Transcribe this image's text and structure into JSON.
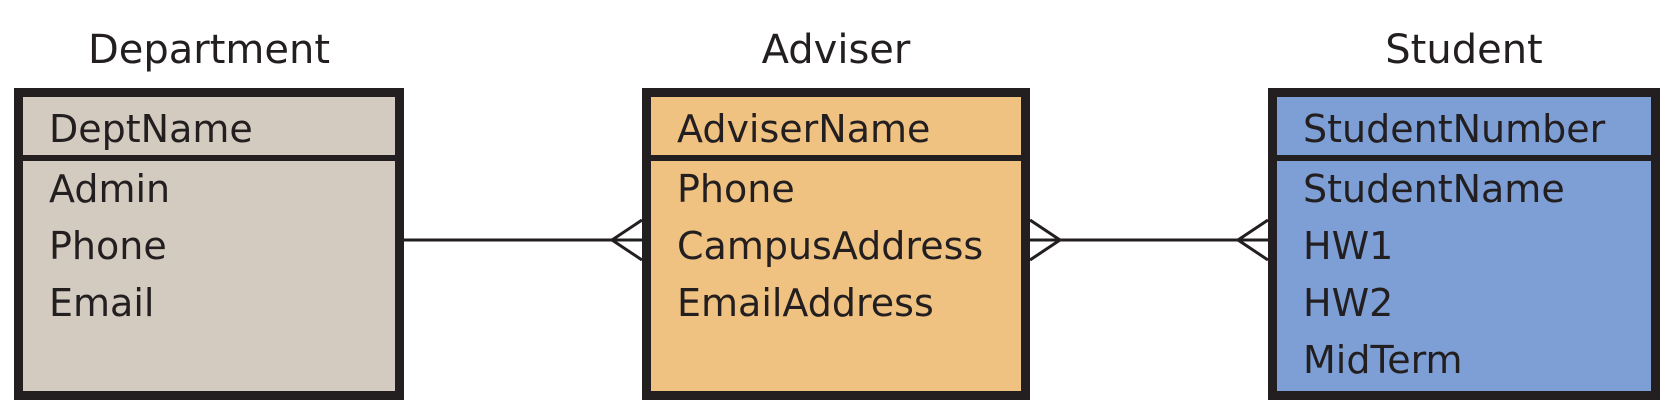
{
  "entities": {
    "department": {
      "title": "Department",
      "key": "DeptName",
      "attributes": [
        "Admin",
        "Phone",
        "Email"
      ],
      "fill": "#d3cbc0"
    },
    "adviser": {
      "title": "Adviser",
      "key": "AdviserName",
      "attributes": [
        "Phone",
        "CampusAddress",
        "EmailAddress"
      ],
      "fill": "#f0c281"
    },
    "student": {
      "title": "Student",
      "key": "StudentNumber",
      "attributes": [
        "StudentName",
        "HW1",
        "HW2",
        "MidTerm"
      ],
      "fill": "#7d9fd5"
    }
  },
  "relationships": [
    {
      "from": "Department",
      "to": "Adviser",
      "from_end": "one",
      "to_end": "many"
    },
    {
      "from": "Adviser",
      "to": "Student",
      "from_end": "many",
      "to_end": "many"
    }
  ],
  "colors": {
    "line": "#231f20",
    "text": "#231f20"
  }
}
